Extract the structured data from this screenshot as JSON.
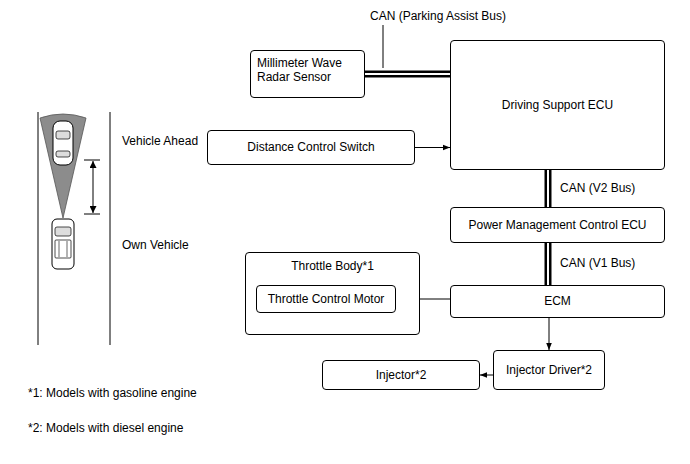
{
  "diagram": {
    "nodes": [
      {
        "text": [
          "Millimeter Wave Radar Sensor"
        ]
      },
      {
        "text": [
          "Driving Support ECU"
        ]
      },
      {
        "text": [
          "Distance Control Switch"
        ]
      },
      {
        "text": [
          "Power Management Control ECU"
        ]
      },
      {
        "text": [
          "Throttle Body*1"
        ]
      },
      {
        "text": [
          "Throttle Control Motor"
        ],
        "in": 4
      },
      {
        "text": [
          "ECM"
        ]
      },
      {
        "text": [
          "Injector*2"
        ]
      },
      {
        "text": [
          "Injector Driver*2"
        ]
      }
    ],
    "edges": [
      {
        "from": 0,
        "to": 1,
        "arrow": "none"
      },
      {
        "from": 2,
        "to": 1,
        "arrow": "to"
      },
      {
        "from": 1,
        "to": 3,
        "label": "CAN (V2 Bus)",
        "arrow": "none"
      },
      {
        "from": 3,
        "to": 6,
        "label": "CAN (V1 Bus)",
        "arrow": "none"
      },
      {
        "from": 6,
        "to": 5,
        "arrow": "to"
      },
      {
        "from": 6,
        "to": 8,
        "arrow": "to"
      },
      {
        "from": 8,
        "to": 7,
        "arrow": "to"
      }
    ],
    "labels": [
      "CAN (Parking Assist Bus)",
      "Vehicle Ahead",
      "Own Vehicle",
      "*1: Models with gasoline engine",
      "*2: Models with diesel engine"
    ]
  }
}
